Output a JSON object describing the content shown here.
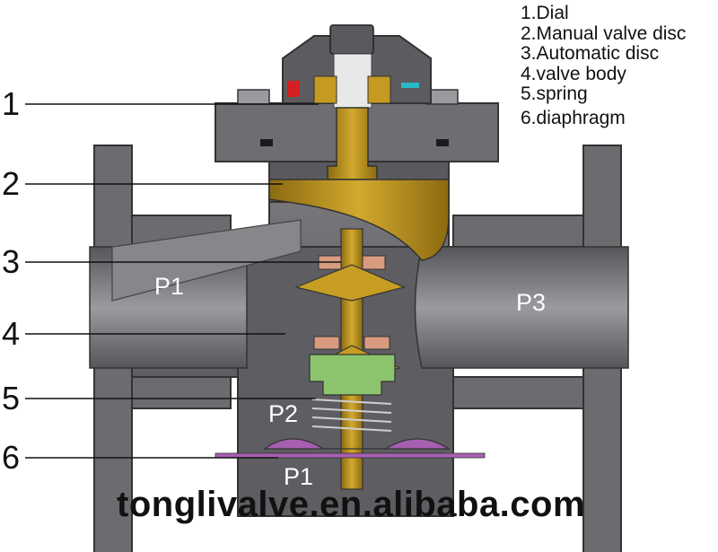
{
  "legend": {
    "items": [
      "1.Dial",
      "2.Manual valve disc",
      "3.Automatic disc",
      "4.valve body",
      "5.spring",
      "6.diaphragm"
    ]
  },
  "callouts": [
    "1",
    "2",
    "3",
    "4",
    "5",
    "6"
  ],
  "pressure_labels": {
    "inlet": "P1",
    "outlet": "P3",
    "chamber": "P2",
    "lower": "P1"
  },
  "watermark": "tonglivalve.en.alibaba.com",
  "colors": {
    "body": "#6f6f73",
    "body_dark": "#4a4a4e",
    "brass": "#b8901c",
    "copper": "#d99b80",
    "spring_guide": "#8cc46e",
    "diaphragm": "#a75fb0",
    "seal_red": "#d42020",
    "seal_cyan": "#2ab8c8"
  }
}
